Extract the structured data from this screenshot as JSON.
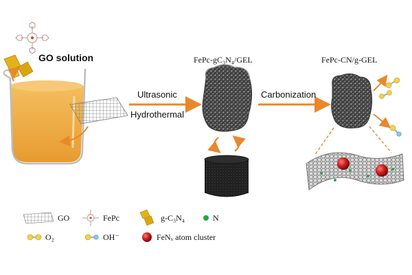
{
  "labels": {
    "go_solution": "GO solution",
    "gel_product": "FePc-gC₃N₄/GEL",
    "final_product": "FePc-CN/g-GEL",
    "step1_top": "Ultrasonic",
    "step1_bottom": "Hydrothermal",
    "step2": "Carbonization"
  },
  "legend": [
    {
      "symbol": "graphene-sheet",
      "label": "GO"
    },
    {
      "symbol": "fepc-molecule",
      "label": "FePc"
    },
    {
      "symbol": "gc3n4-flakes",
      "label": "g-C₃N₄"
    },
    {
      "symbol": "nitrogen-dot",
      "label": "N"
    },
    {
      "symbol": "o2-molecule",
      "label": "O₂"
    },
    {
      "symbol": "hydroxide-molecule",
      "label": "OH⁻"
    },
    {
      "symbol": "fenx-cluster",
      "label": "FeNₓ atom cluster"
    }
  ],
  "colors": {
    "arrow": "#e8882a",
    "solution": "#eeaa44",
    "flake": "#e3b21a",
    "gel": "#4b4b4b",
    "sheet": "#808080",
    "cluster": "#cc2222",
    "nitrogen": "#22aa44",
    "oxygen": "#f2d14a",
    "hydroxide": "#8ec9e8"
  }
}
